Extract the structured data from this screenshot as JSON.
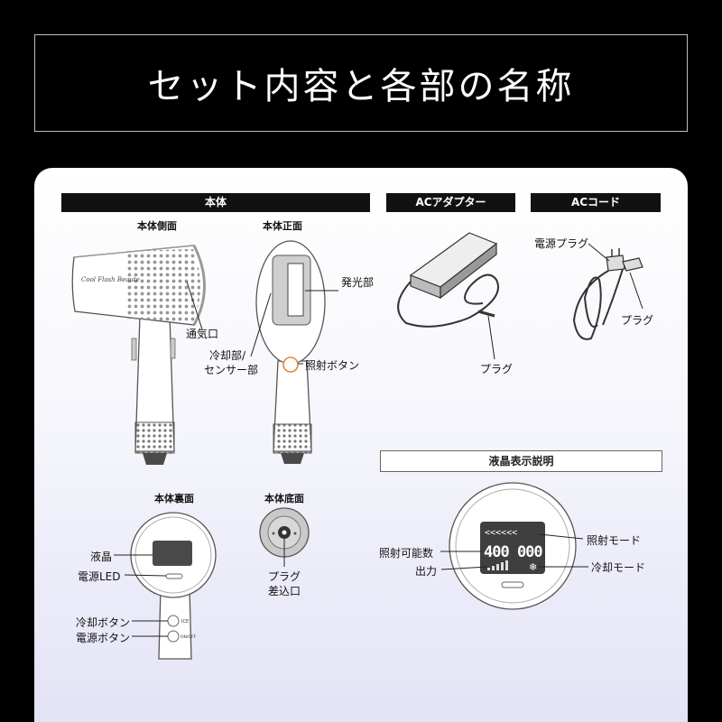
{
  "title": "セット内容と各部の名称",
  "sections": {
    "body": "本体",
    "adapter": "ACアダプター",
    "cord": "ACコード",
    "lcd": "液晶表示説明"
  },
  "views": {
    "side": "本体側面",
    "front": "本体正面",
    "back": "本体裏面",
    "bottom": "本体底面"
  },
  "parts": {
    "vent": "通気口",
    "cooling_sensor_1": "冷却部/",
    "cooling_sensor_2": "センサー部",
    "emitter": "発光部",
    "flash_button": "照射ボタン",
    "lcd": "液晶",
    "power_led": "電源LED",
    "cooling_button": "冷却ボタン",
    "power_button": "電源ボタン",
    "plug_inlet_1": "プラグ",
    "plug_inlet_2": "差込口",
    "adapter_plug": "プラグ",
    "power_plug": "電源プラグ",
    "cord_plug": "プラグ",
    "brand_text": "Cool Flash Beaute",
    "ice_label": "ICE",
    "onoff_label": "ON/OFF"
  },
  "lcd_display": {
    "count_label": "照射可能数",
    "output_label": "出力",
    "flash_mode_label": "照射モード",
    "cooling_mode_label": "冷却モード",
    "mode_arrows": "<<<<<<",
    "count_value": "400 000",
    "cooling_icon": "snowflake-icon"
  }
}
